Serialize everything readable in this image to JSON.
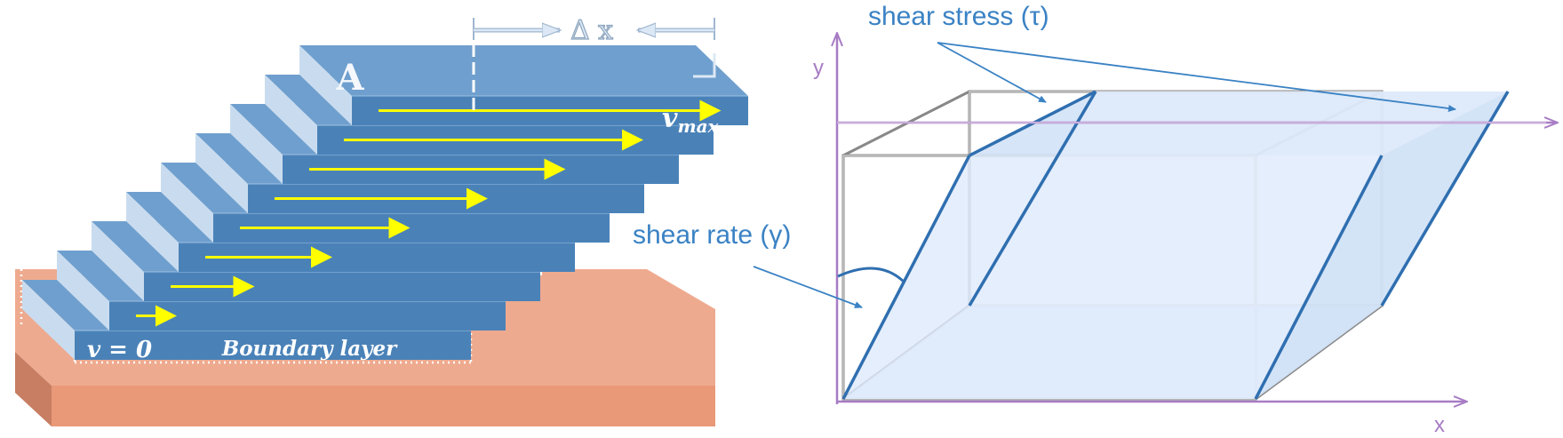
{
  "left_diagram": {
    "area_label": "A",
    "delta_x_label": "Δ x",
    "v_max_label": "v",
    "v_max_subscript": "max",
    "v_zero_label": "v = 0",
    "boundary_label": "Boundary layer",
    "colors": {
      "layer_top": "#6f9fce",
      "layer_front": "#4a82b8",
      "layer_side": "#c9dcef",
      "arrow": "#ffff00",
      "ground_top": "#eeaa8f",
      "ground_front": "#e99978",
      "ground_side": "#c77e62"
    }
  },
  "right_diagram": {
    "shear_stress_label": "shear stress (τ)",
    "shear_rate_label": "shear rate (γ)",
    "y_axis_label": "y",
    "x_axis_label": "x",
    "colors": {
      "label": "#3a82c4",
      "axis": "#a77cc4",
      "fill": "#dfeafb",
      "edge": "#2f6fb0",
      "frame": "#888888"
    }
  }
}
